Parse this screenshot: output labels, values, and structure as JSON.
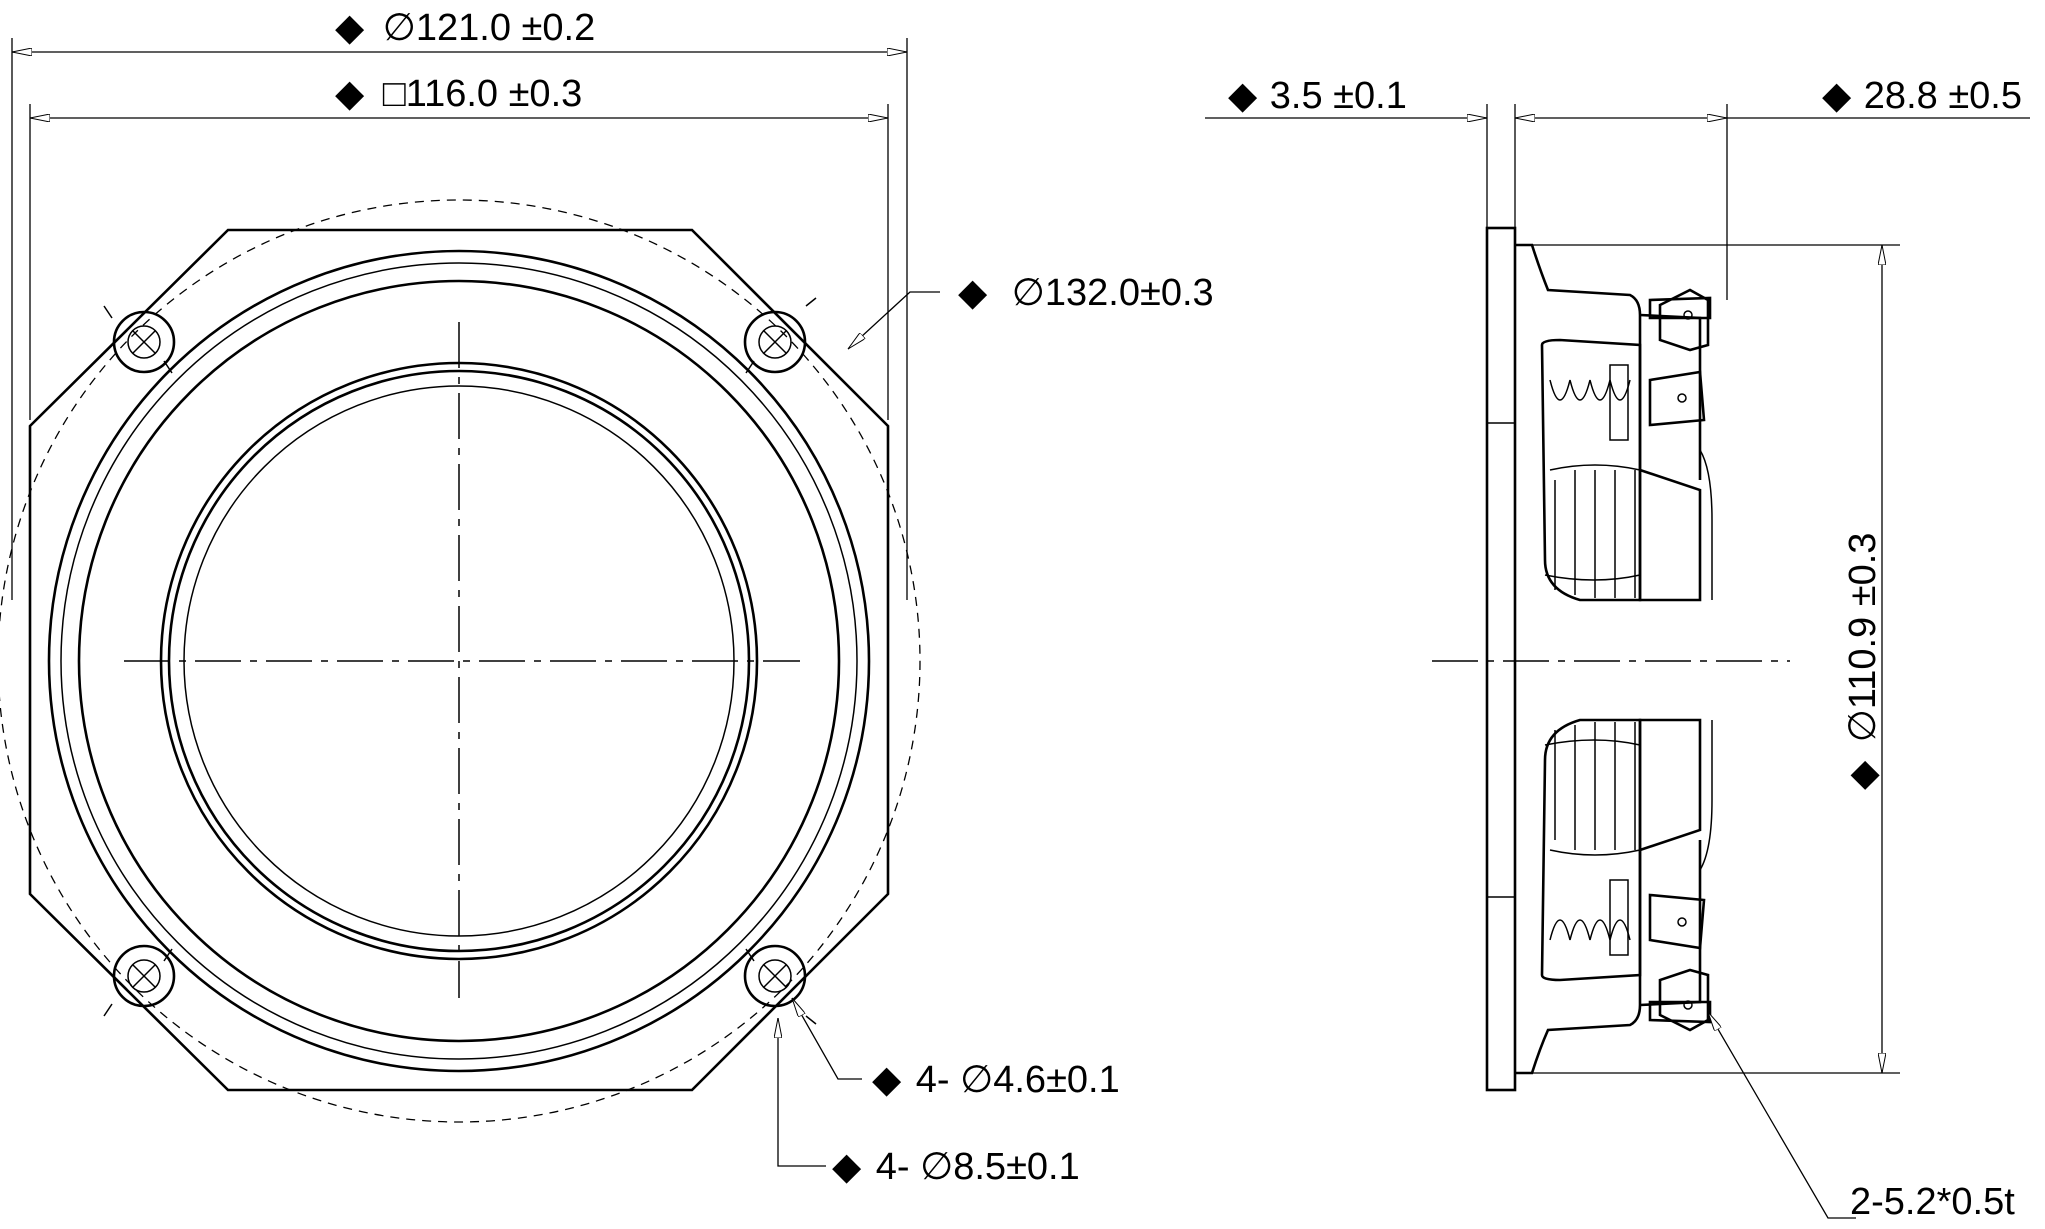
{
  "front_view": {
    "dim_outer_dia": {
      "marker": "◆",
      "text": "∅121.0 ±0.2"
    },
    "dim_square": {
      "marker": "◆",
      "text": "□116.0 ±0.3"
    },
    "dim_flange_dia": {
      "marker": "◆",
      "text": "∅132.0±0.3"
    },
    "dim_hole_small": {
      "marker": "◆",
      "text": "4- ∅4.6±0.1"
    },
    "dim_hole_large": {
      "marker": "◆",
      "text": "4- ∅8.5±0.1"
    }
  },
  "side_view": {
    "dim_flange_thickness": {
      "marker": "◆",
      "text": "3.5 ±0.1"
    },
    "dim_depth": {
      "marker": "◆",
      "text": "28.8 ±0.5"
    },
    "dim_height": {
      "marker": "◆",
      "text": "∅110.9 ±0.3"
    },
    "dim_terminal": {
      "text": "2-5.2*0.5t"
    }
  }
}
